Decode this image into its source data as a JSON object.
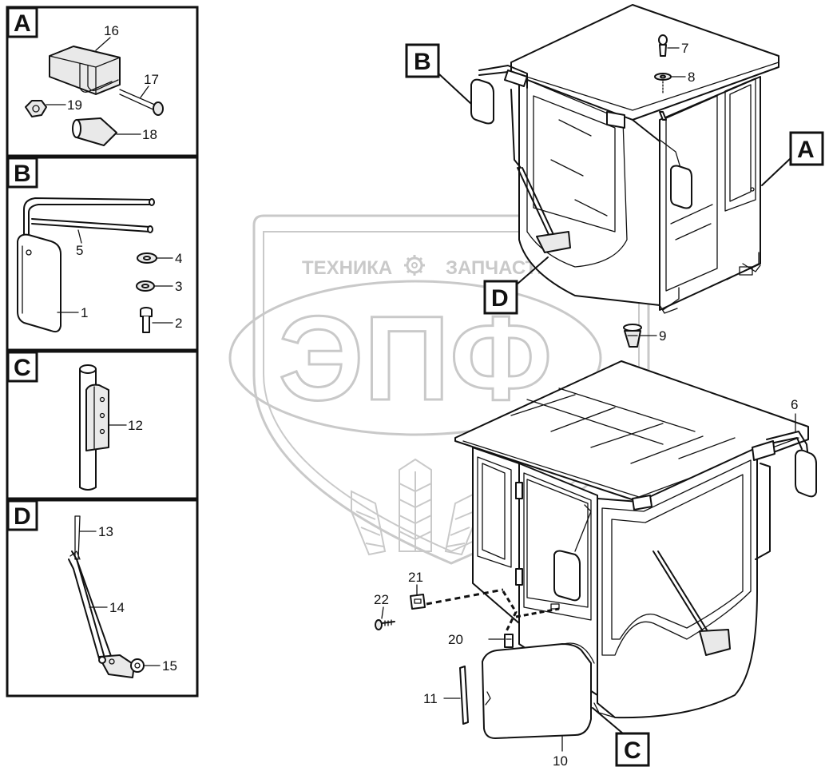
{
  "watermark": {
    "line1": "ТЕХНИКА",
    "line2": "ЗАПЧАСТИ",
    "logo": "ЭПФ",
    "gear": "gear-icon"
  },
  "panels": [
    {
      "letter": "A",
      "parts": [
        "16",
        "17",
        "19",
        "18"
      ]
    },
    {
      "letter": "B",
      "parts": [
        "5",
        "4",
        "3",
        "1",
        "2"
      ]
    },
    {
      "letter": "C",
      "parts": [
        "12"
      ]
    },
    {
      "letter": "D",
      "parts": [
        "13",
        "14",
        "15"
      ]
    }
  ],
  "callouts": {
    "upper_cab": [
      "B",
      "A",
      "D"
    ],
    "lower_cab": [
      "C"
    ]
  },
  "main_parts": [
    "7",
    "8",
    "9",
    "6",
    "21",
    "22",
    "20",
    "11",
    "10"
  ]
}
